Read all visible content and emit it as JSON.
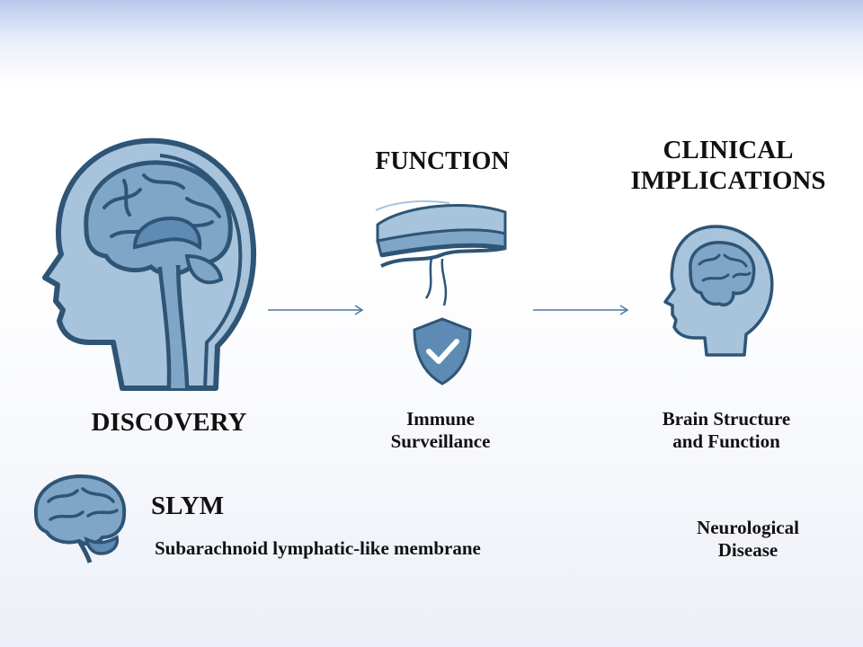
{
  "stages": {
    "discovery": {
      "heading": "DISCOVERY"
    },
    "function": {
      "heading": "FUNCTION",
      "detail_line1": "Immune",
      "detail_line2": "Surveillance"
    },
    "clinical": {
      "heading_line1": "CLINICAL",
      "heading_line2": "IMPLICATIONS",
      "detail_line1": "Brain Structure",
      "detail_line2": "and Function",
      "extra_line1": "Neurological",
      "extra_line2": "Disease"
    }
  },
  "slym": {
    "title": "SLYM",
    "description": "Subarachnoid lymphatic-like membrane"
  },
  "colors": {
    "fill_light": "#a7c4dc",
    "fill_mid": "#7fa5c7",
    "stroke": "#2f5576",
    "arrow": "#4a78a8"
  },
  "icons": [
    "head-brain-profile-icon",
    "meninges-layers-icon",
    "shield-check-icon",
    "small-head-brain-icon",
    "brain-icon"
  ]
}
